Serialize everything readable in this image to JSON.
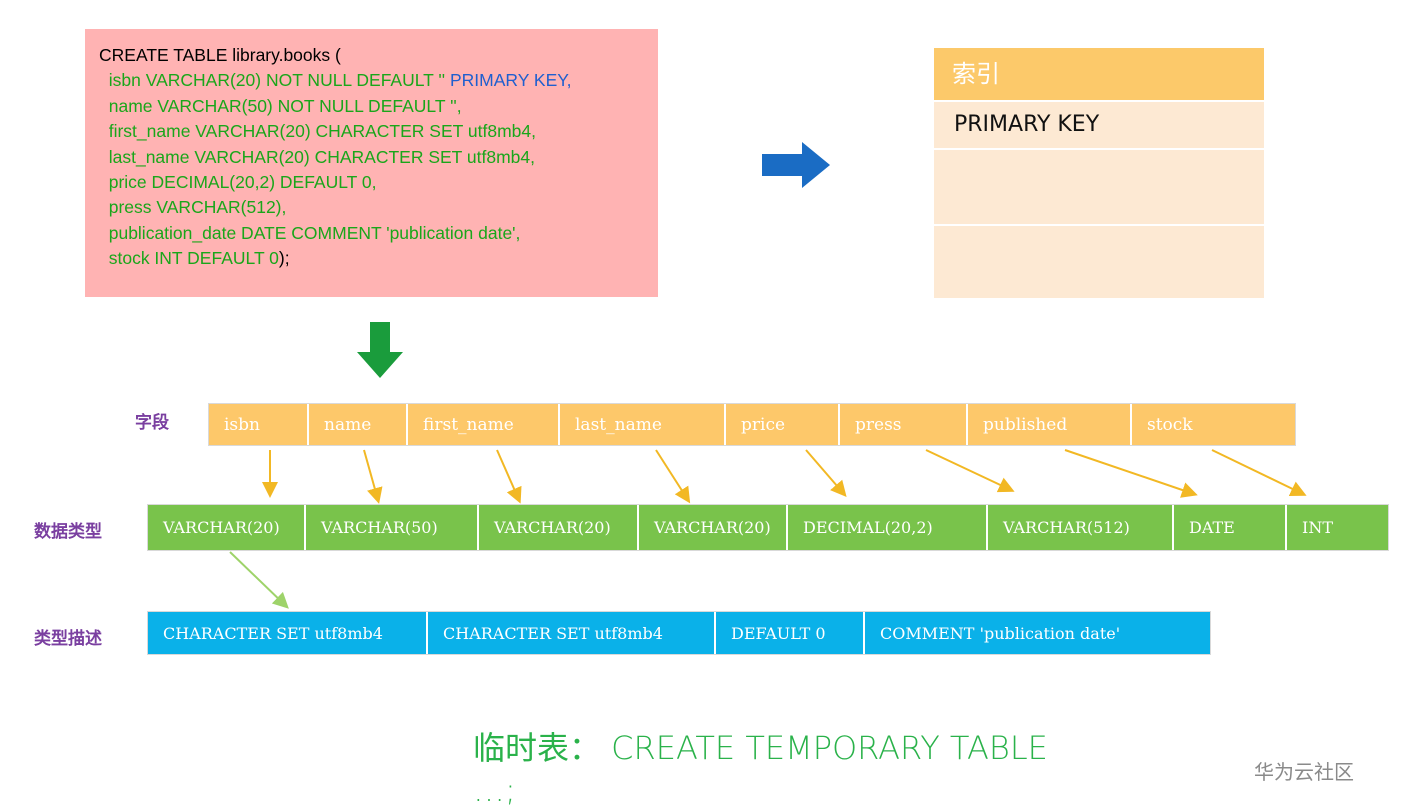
{
  "sql": {
    "first_line": "CREATE TABLE library.books (",
    "isbn_line_pre": "  isbn VARCHAR(20) NOT NULL DEFAULT '' ",
    "isbn_line_pk": "PRIMARY KEY,",
    "lines": [
      "  name VARCHAR(50) NOT NULL DEFAULT '',",
      "  first_name VARCHAR(20) CHARACTER SET utf8mb4,",
      "  last_name VARCHAR(20) CHARACTER SET utf8mb4,",
      "  price DECIMAL(20,2) DEFAULT 0,",
      "  press VARCHAR(512),",
      "  publication_date DATE COMMENT 'publication date',"
    ],
    "last_line_pre": "  stock INT DEFAULT 0",
    "last_line_end": ");"
  },
  "index_table": {
    "header": "索引",
    "rows": [
      "PRIMARY KEY",
      "",
      ""
    ]
  },
  "labels": {
    "fields": "字段",
    "types": "数据类型",
    "descriptions": "类型描述"
  },
  "fields": [
    "isbn",
    "name",
    "first_name",
    "last_name",
    "price",
    "press",
    "published",
    "stock"
  ],
  "types": [
    "VARCHAR(20)",
    "VARCHAR(50)",
    "VARCHAR(20)",
    "VARCHAR(20)",
    "DECIMAL(20,2)",
    "VARCHAR(512)",
    "DATE",
    "INT"
  ],
  "descriptions": [
    "CHARACTER SET utf8mb4",
    "CHARACTER SET utf8mb4",
    "DEFAULT 0",
    "COMMENT 'publication date'"
  ],
  "note": {
    "line1": "临时表：  CREATE TEMPORARY TABLE",
    "line2": "…;"
  },
  "watermark": "华为云社区",
  "colors": {
    "sql_bg": "#ffb3b3",
    "sql_text": "#1aa61a",
    "primary_key": "#1f5fcf",
    "arrow_blue": "#1a6cc4",
    "arrow_green": "#1a9c3c",
    "index_header": "#fcc96a",
    "index_row": "#fde9d3",
    "field_cell": "#fdc86a",
    "type_cell": "#79c34b",
    "desc_cell": "#0ab1e9",
    "connector_orange": "#f2b824",
    "connector_green": "#9ed36a",
    "label_purple": "#7a3fa0",
    "note_green": "#2ab24a"
  }
}
